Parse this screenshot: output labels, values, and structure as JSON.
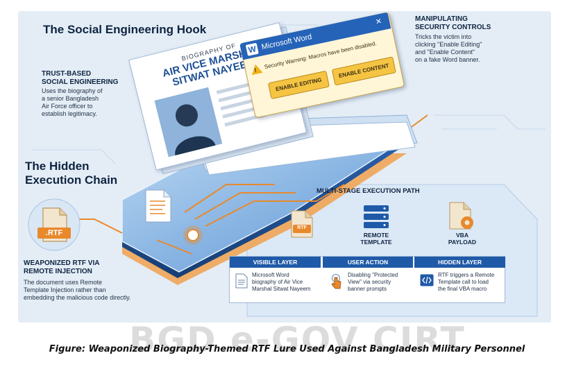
{
  "hook": {
    "title": "The Social Engineering Hook"
  },
  "trust": {
    "heading_line1": "TRUST-BASED",
    "heading_line2": "SOCIAL ENGINEERING",
    "text_lines": [
      "Uses the biography of",
      "a senior Bangladesh",
      "Air Force officer to",
      "establish legitimacy."
    ]
  },
  "document": {
    "small_title": "BIOGRAPHY OF",
    "name_line1": "AIR VICE MARSHAL",
    "name_line2": "SITWAT NAYEEM"
  },
  "word_banner": {
    "app_name": "Microsoft Word",
    "close_glyph": "✕",
    "warning_text": "Security Warning: Macros have been disabled.",
    "enable_editing": "ENABLE EDITING",
    "enable_content": "ENABLE CONTENT"
  },
  "manipulating": {
    "heading_line1": "MANIPULATING",
    "heading_line2": "SECURITY CONTROLS",
    "text_lines": [
      "Tricks the victim into",
      "clicking \"Enable Editing\"",
      "and \"Enable Content\"",
      "on a fake Word banner."
    ]
  },
  "hidden": {
    "title_line1": "The Hidden",
    "title_line2": "Execution Chain"
  },
  "rtf": {
    "file_label": ".RTF",
    "heading_line1": "WEAPONIZED RTF VIA",
    "heading_line2": "REMOTE INJECTION",
    "text_lines": [
      "The document uses Remote",
      "Template Injection rather than",
      "embedding the malicious code directly."
    ]
  },
  "path": {
    "title": "MULTI-STAGE EXECUTION PATH",
    "rtf_icon_label": "RTF",
    "remote_line1": "REMOTE",
    "remote_line2": "TEMPLATE",
    "vba_line1": "VBA",
    "vba_line2": "PAYLOAD"
  },
  "table": {
    "headers": [
      "VISIBLE LAYER",
      "USER ACTION",
      "HIDDEN LAYER"
    ],
    "cells": [
      [
        "Microsoft Word",
        "biography of Air Vice",
        "Marshal Sitwat Nayeem"
      ],
      [
        "Disabling \"Protected",
        "View\" via security",
        "banner prompts"
      ],
      [
        "RTF triggers a Remote",
        "Template call to load",
        "the final VBA macro"
      ]
    ]
  },
  "watermark": "BGD e-GOV CIRT",
  "caption": "Figure: Weaponized Biography-Themed RTF Lure Used Against Bangladesh Military Personnel",
  "colors": {
    "panel_bg": "#e4edf6",
    "navy_text": "#0e2440",
    "accent_blue": "#2563b8",
    "accent_orange": "#e8892c",
    "warning_yellow": "#fbe39a"
  }
}
